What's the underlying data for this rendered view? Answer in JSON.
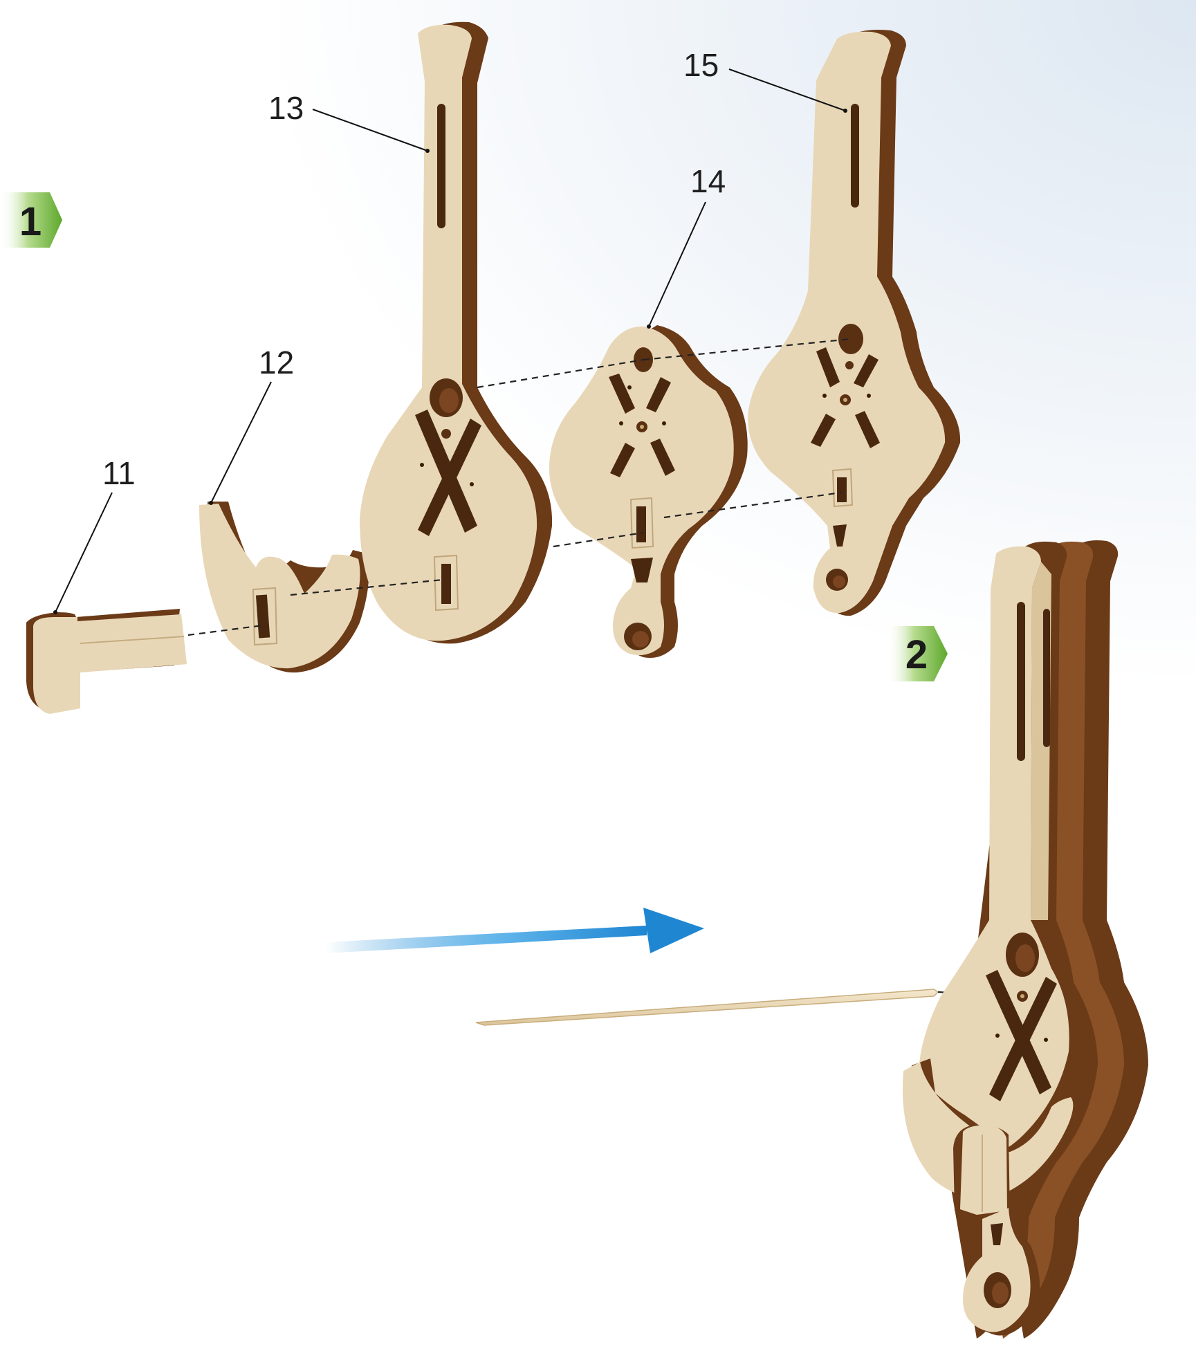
{
  "steps": [
    {
      "number": "1",
      "color": "#6fb63a"
    },
    {
      "number": "2",
      "color": "#6fb63a"
    }
  ],
  "parts": [
    {
      "label": "11"
    },
    {
      "label": "12"
    },
    {
      "label": "13"
    },
    {
      "label": "14"
    },
    {
      "label": "15"
    }
  ],
  "colors": {
    "wood_face": "#e8d7b6",
    "wood_edge": "#6b3a17",
    "arrow": "#2a8fd6",
    "step_badge": "#6fb63a"
  }
}
